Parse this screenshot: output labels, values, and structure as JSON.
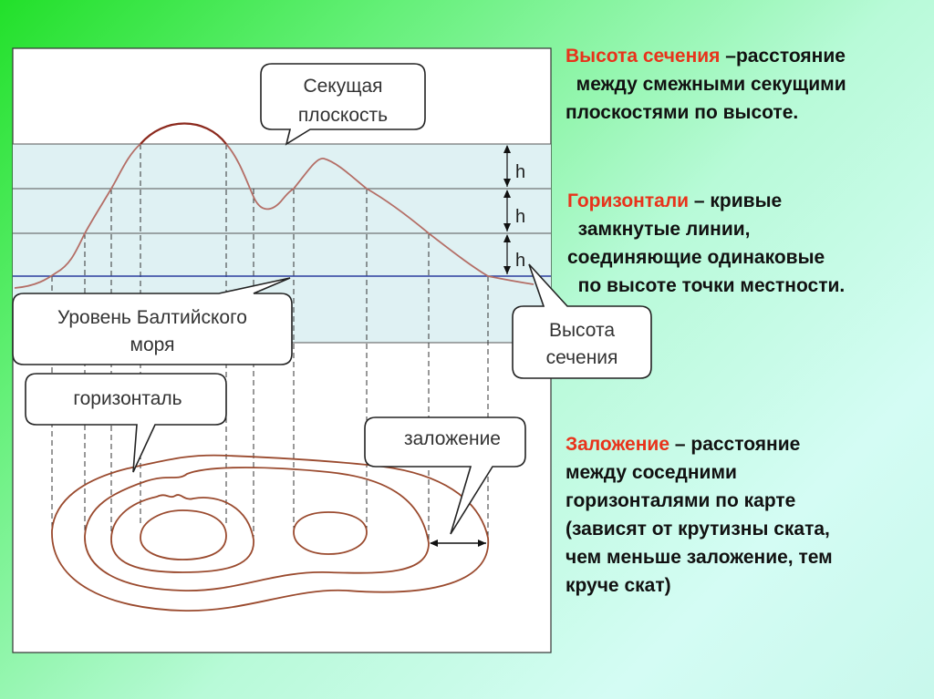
{
  "diagram": {
    "callouts": {
      "cutting_plane": [
        "Секущая",
        "плоскость"
      ],
      "baltic_level": [
        "Уровень Балтийского",
        "моря"
      ],
      "section_height": [
        "Высота",
        "сечения"
      ],
      "contour": "горизонталь",
      "laying": "заложение"
    },
    "h_labels": [
      "h",
      "h",
      "h"
    ],
    "colors": {
      "panel": "#ffffff",
      "band": "#dff1f3",
      "profile": "#b46e66",
      "contours": "#9a4a2e",
      "baltic_line": "#2b3e9e",
      "term": "#e8331b"
    }
  },
  "definitions": {
    "height": {
      "term": "Высота сечения",
      "lines": [
        " –расстояние",
        " между смежными секущими",
        "плоскостями по высоте."
      ]
    },
    "contour": {
      "term": "Горизонтали",
      "lines": [
        " – кривые",
        " замкнутые линии,",
        "соединяющие одинаковые",
        " по высоте точки местности."
      ]
    },
    "laying": {
      "term": "Заложение",
      "lines": [
        " – расстояние",
        "между соседними",
        "горизонталями по карте",
        "(зависят от крутизны ската,",
        "чем меньше заложение, тем",
        "круче скат)"
      ]
    }
  }
}
